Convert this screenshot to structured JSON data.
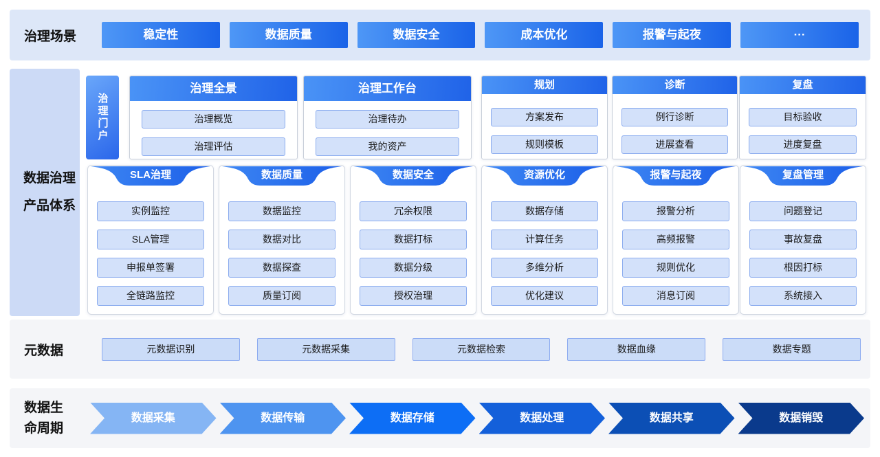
{
  "scenarios": {
    "label": "治理场景",
    "items": [
      "稳定性",
      "数据质量",
      "数据安全",
      "成本优化",
      "报警与起夜",
      "···"
    ]
  },
  "products": {
    "label_line1": "数据治理",
    "label_line2": "产品体系",
    "portal": "治理门户",
    "top_cards": [
      {
        "title": "治理全景",
        "items": [
          "治理概览",
          "治理评估"
        ]
      },
      {
        "title": "治理工作台",
        "items": [
          "治理待办",
          "我的资产"
        ]
      },
      {
        "title": "规划",
        "items": [
          "方案发布",
          "规则模板"
        ]
      },
      {
        "title": "诊断",
        "items": [
          "例行诊断",
          "进展查看"
        ]
      },
      {
        "title": "复盘",
        "items": [
          "目标验收",
          "进度复盘"
        ]
      }
    ],
    "bottom_cards": [
      {
        "title": "SLA治理",
        "items": [
          "实例监控",
          "SLA管理",
          "申报单签署",
          "全链路监控"
        ]
      },
      {
        "title": "数据质量",
        "items": [
          "数据监控",
          "数据对比",
          "数据探查",
          "质量订阅"
        ]
      },
      {
        "title": "数据安全",
        "items": [
          "冗余权限",
          "数据打标",
          "数据分级",
          "授权治理"
        ]
      },
      {
        "title": "资源优化",
        "items": [
          "数据存储",
          "计算任务",
          "多维分析",
          "优化建议"
        ]
      },
      {
        "title": "报警与起夜",
        "items": [
          "报警分析",
          "高频报警",
          "规则优化",
          "消息订阅"
        ]
      },
      {
        "title": "复盘管理",
        "items": [
          "问题登记",
          "事故复盘",
          "根因打标",
          "系统接入"
        ]
      }
    ]
  },
  "metadata": {
    "label": "元数据",
    "items": [
      "元数据识别",
      "元数据采集",
      "元数据检索",
      "数据血缘",
      "数据专题"
    ]
  },
  "lifecycle": {
    "label_line1": "数据生",
    "label_line2": "命周期",
    "stages": [
      {
        "label": "数据采集",
        "color": "#85b5f4"
      },
      {
        "label": "数据传输",
        "color": "#4e94f0"
      },
      {
        "label": "数据存储",
        "color": "#0d6ef5"
      },
      {
        "label": "数据处理",
        "color": "#1460da"
      },
      {
        "label": "数据共享",
        "color": "#0c4fb5"
      },
      {
        "label": "数据销毁",
        "color": "#0a3a8c"
      }
    ]
  },
  "colors": {
    "accent_blue": "#2b6ef0",
    "scenario_band_bg": "#dde7f8",
    "side_panel_bg": "#ccdaf6",
    "chip_bg": "#d3e1fa",
    "chip_border": "#8aabee",
    "gray_band_bg": "#f4f5f8"
  }
}
